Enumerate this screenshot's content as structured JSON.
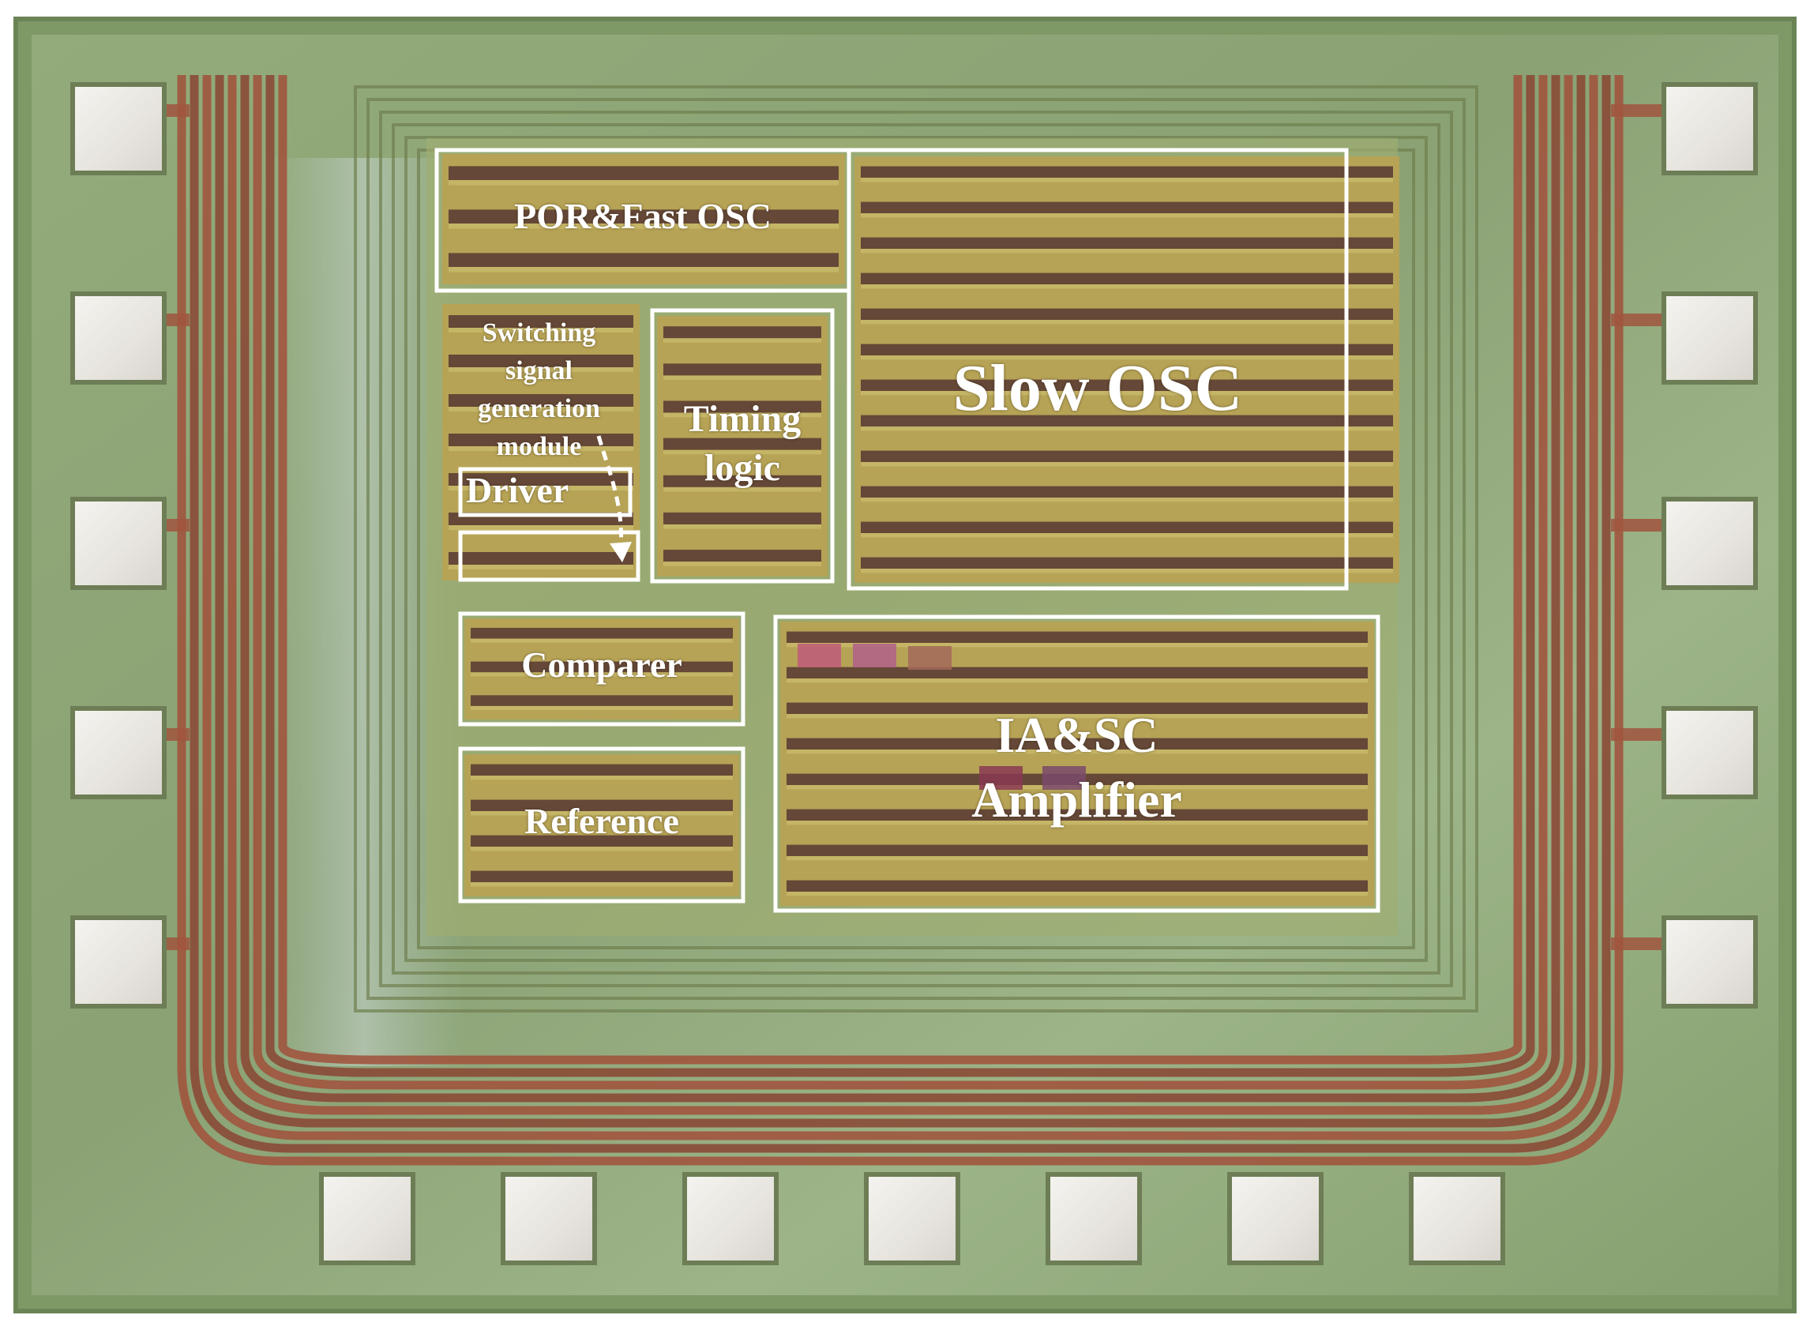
{
  "image": {
    "subject": "die micrograph",
    "palette": {
      "substrate": "#8fa877",
      "substrate_dark": "#6f8a5c",
      "metal_trace": "#a0553e",
      "gold_block": "#b6a356",
      "dark_stripe": "#4a2a2e",
      "pad": "#ecebe6",
      "box_outline": "#ffffff",
      "label": "#ffffff"
    }
  },
  "blocks": {
    "por_fast_osc": "POR&Fast OSC",
    "slow_osc": "Slow OSC",
    "switching": [
      "Switching",
      "signal",
      "generation",
      "module"
    ],
    "timing": [
      "Timing",
      "logic"
    ],
    "driver": "Driver",
    "comparer": "Comparer",
    "reference": "Reference",
    "ia_sc": [
      "IA&SC",
      "Amplifier"
    ]
  },
  "pads": {
    "left_count": 5,
    "right_count": 5,
    "bottom_count": 7
  }
}
